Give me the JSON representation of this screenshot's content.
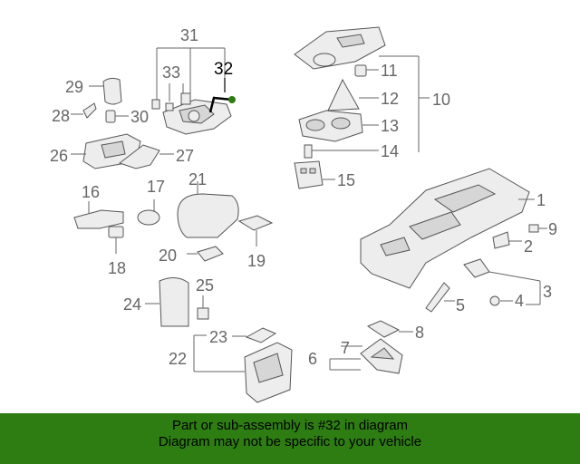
{
  "callouts": {
    "c1": "1",
    "c2": "2",
    "c3": "3",
    "c4": "4",
    "c5": "5",
    "c6": "6",
    "c7": "7",
    "c8": "8",
    "c9": "9",
    "c10": "10",
    "c11": "11",
    "c12": "12",
    "c13": "13",
    "c14": "14",
    "c15": "15",
    "c16": "16",
    "c17": "17",
    "c18": "18",
    "c19": "19",
    "c20": "20",
    "c21": "21",
    "c22": "22",
    "c23": "23",
    "c24": "24",
    "c25": "25",
    "c26": "26",
    "c27": "27",
    "c28": "28",
    "c29": "29",
    "c30": "30",
    "c31": "31",
    "c32": "32",
    "c33": "33"
  },
  "highlight_color": "#2e7d12",
  "banner": {
    "line1": "Part or sub-assembly is #32 in diagram",
    "line2": "Diagram may not be specific to your vehicle"
  }
}
